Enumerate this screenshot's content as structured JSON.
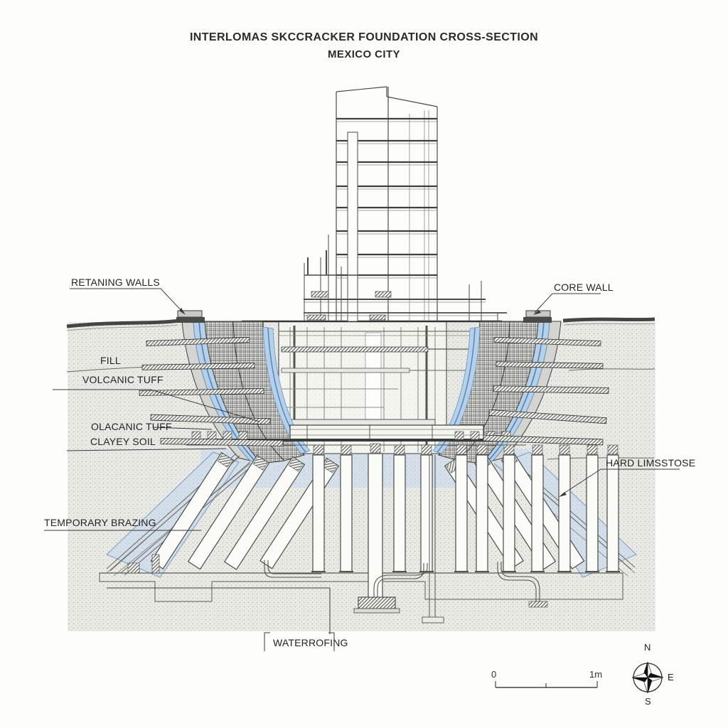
{
  "title": {
    "line1": "INTERLOMAS SKCCRACKER FOUNDATION CROSS-SECTION",
    "line2": "MEXICO CITY"
  },
  "annotations": {
    "retaining_walls": "RETANING WALLS",
    "fill": "FILL",
    "volcanic_tuff": "VOLCANIC TUFF",
    "olacanic_tuff": "OLACANIC TUFF",
    "clayey_soil": "CLAYEY SOIL",
    "temporary_bracing": "TEMPORARY BRAZING",
    "core_wall": "CORE WALL",
    "hard_limestone": "HARD LIMSSTOSE",
    "waterproofing": "WATERROFING"
  },
  "scale_bar": {
    "start_label": "0",
    "end_label": "1m"
  },
  "compass": {
    "north": "N",
    "east": "E",
    "south": "S"
  },
  "colors": {
    "line": "#3a3a38",
    "soil_fill": "#e9e9e5",
    "membrane_blue": "#b7d0e9",
    "membrane_line": "#4d83b8",
    "clay_blue": "#d3dfea",
    "ground_cap": "#454543",
    "paper": "#fdfdfb"
  }
}
